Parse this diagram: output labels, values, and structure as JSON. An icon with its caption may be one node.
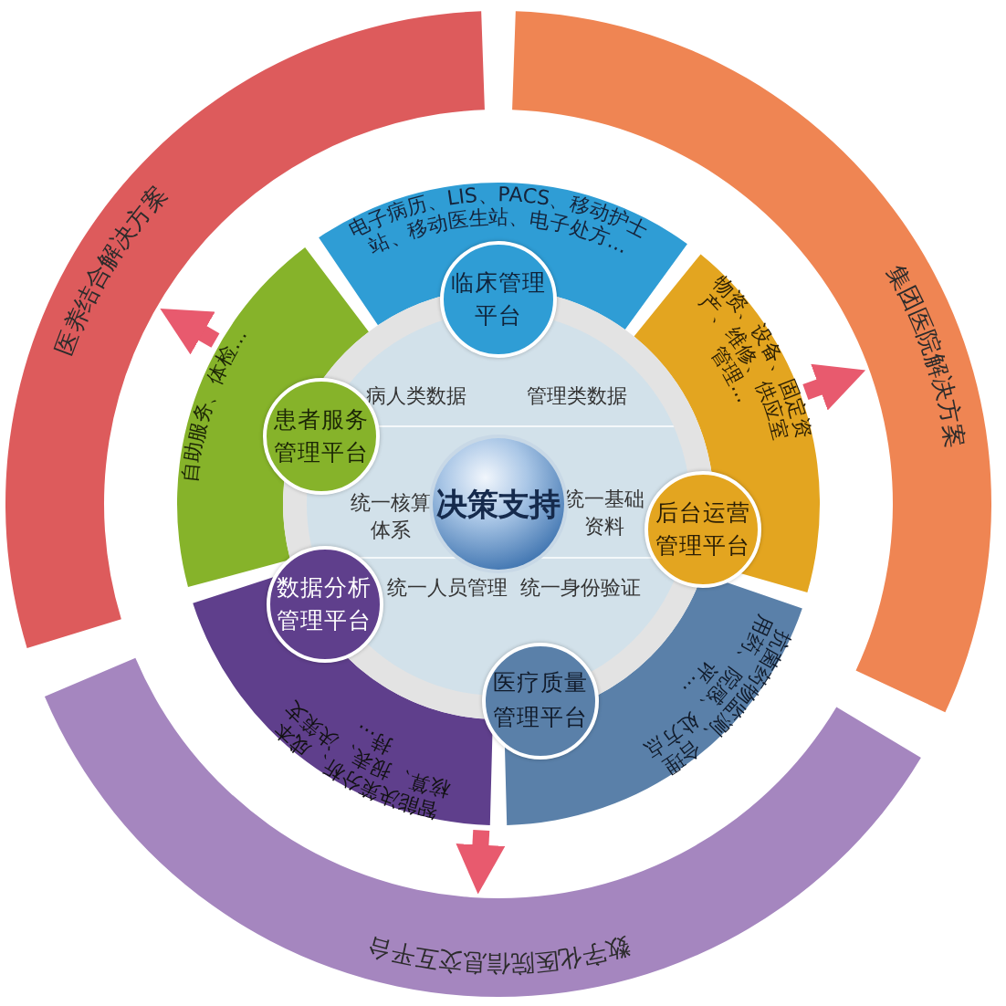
{
  "diagram": {
    "nodes": [
      {
        "text": [
          "医养结合解决方案"
        ]
      },
      {
        "text": [
          "集团医院解决方案"
        ]
      },
      {
        "text": [
          "数字化医院信息交互平台"
        ]
      },
      {
        "text": [
          "电子病历、LIS、PACS、移动护士站、移动医生站、电子处方..."
        ]
      },
      {
        "text": [
          "物资、设备、固定资产、维修、供应室管理..."
        ]
      },
      {
        "text": [
          "抗菌药物监测、合理用药、院感、处方点评..."
        ]
      },
      {
        "text": [
          "智能决策分析、成本核算、报表、决策支持..."
        ]
      },
      {
        "text": [
          "自助服务、体检..."
        ]
      },
      {
        "text": [
          "病人类数据",
          "管理类数据",
          "统一核算体系",
          "统一基础资料",
          "统一人员管理",
          "统一身份验证"
        ]
      },
      {
        "text": [
          "决策支持"
        ],
        "in": 8
      },
      {
        "text": [
          "临床管理平台"
        ]
      },
      {
        "text": [
          "后台运营管理平台"
        ]
      },
      {
        "text": [
          "医疗质量管理平台"
        ]
      },
      {
        "text": [
          "数据分析管理平台"
        ]
      },
      {
        "text": [
          "患者服务管理平台"
        ]
      }
    ],
    "edges": [
      {
        "from": 7,
        "to": 0,
        "arrow": "to"
      },
      {
        "from": 4,
        "to": 1,
        "arrow": "to"
      },
      {
        "from": 6,
        "to": 2,
        "arrow": "to"
      }
    ]
  }
}
